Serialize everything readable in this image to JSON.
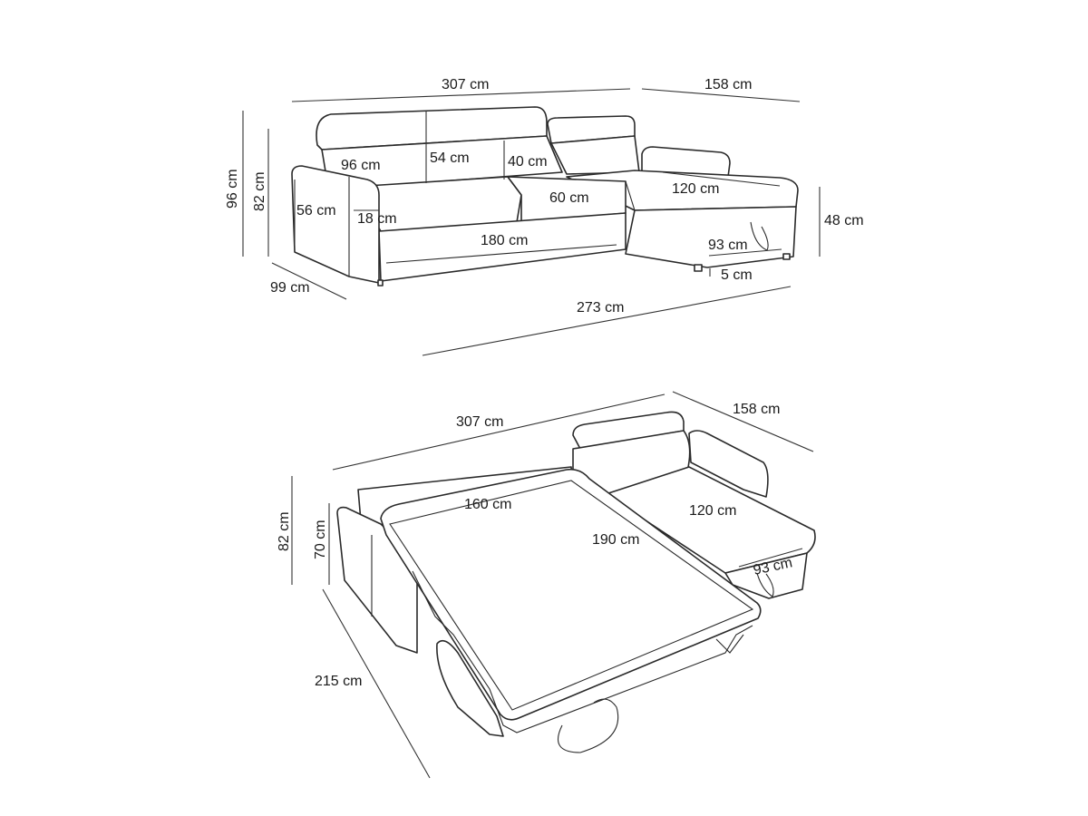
{
  "top_view": {
    "width_main": "307 cm",
    "width_chaise": "158 cm",
    "height_total": "96 cm",
    "height_back": "82 cm",
    "headrest_width": "96 cm",
    "back_height": "54 cm",
    "headrest_adjust": "40 cm",
    "seat_depth": "60 cm",
    "chaise_length": "120 cm",
    "armrest_height": "56 cm",
    "armrest_width": "18 cm",
    "seat_width": "180 cm",
    "chaise_storage": "93 cm",
    "seat_height": "48 cm",
    "leg_height": "5 cm",
    "depth": "99 cm",
    "chaise_depth": "273 cm"
  },
  "bed_view": {
    "width_main": "307 cm",
    "width_chaise": "158 cm",
    "bed_width": "160 cm",
    "chaise_length": "120 cm",
    "bed_length": "190 cm",
    "chaise_storage": "93 cm",
    "height_back": "82 cm",
    "height_bed": "70 cm",
    "depth_open": "215 cm"
  }
}
